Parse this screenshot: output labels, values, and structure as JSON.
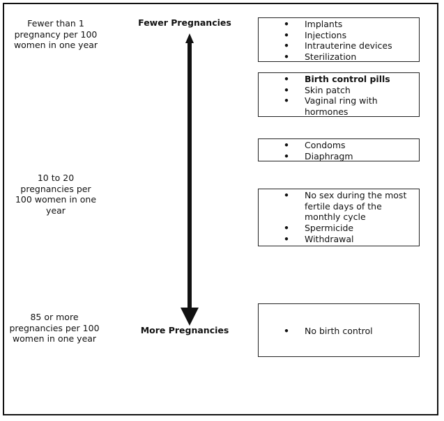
{
  "left_labels": {
    "top": "Fewer than 1 pregnancy per 100 women in one year",
    "middle": "10 to 20 pregnancies per 100 women in one year",
    "bottom": "85 or more pregnancies per 100 women in one year"
  },
  "axis": {
    "top_label": "Fewer Pregnancies",
    "bottom_label": "More Pregnancies"
  },
  "boxes": [
    {
      "items": [
        {
          "text": "Implants"
        },
        {
          "text": "Injections"
        },
        {
          "text": "Intrauterine devices"
        },
        {
          "text": "Sterilization"
        }
      ]
    },
    {
      "items": [
        {
          "text": "Birth control pills",
          "bold": true
        },
        {
          "text": "Skin patch"
        },
        {
          "text": "Vaginal ring with hormones"
        }
      ]
    },
    {
      "items": [
        {
          "text": "Condoms"
        },
        {
          "text": "Diaphragm"
        }
      ]
    },
    {
      "items": [
        {
          "text": "No sex during the most fertile days of the monthly cycle"
        },
        {
          "text": "Spermicide"
        },
        {
          "text": "Withdrawal"
        }
      ]
    },
    {
      "items": [
        {
          "text": "No birth control"
        }
      ]
    }
  ]
}
